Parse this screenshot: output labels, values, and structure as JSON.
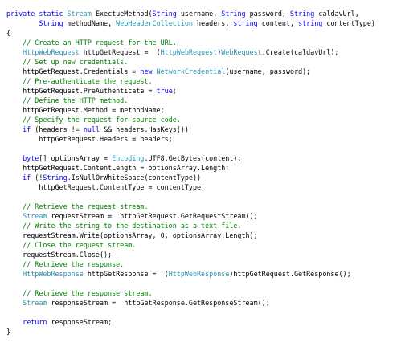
{
  "editor": {
    "colors": {
      "keyword": "#0000ff",
      "type": "#2b91af",
      "comment": "#008000",
      "plain": "#000000",
      "background": "#ffffff"
    },
    "lines": [
      [
        [
          "kw",
          "private static "
        ],
        [
          "ty",
          "Stream"
        ],
        [
          "pl",
          " ExectueMethod("
        ],
        [
          "kw",
          "String"
        ],
        [
          "pl",
          " username, "
        ],
        [
          "kw",
          "String"
        ],
        [
          "pl",
          " password, "
        ],
        [
          "kw",
          "String"
        ],
        [
          "pl",
          " caldavUrl,"
        ]
      ],
      [
        [
          "pl",
          "        "
        ],
        [
          "kw",
          "String"
        ],
        [
          "pl",
          " methodName, "
        ],
        [
          "ty",
          "WebHeaderCollection"
        ],
        [
          "pl",
          " headers, "
        ],
        [
          "kw",
          "string"
        ],
        [
          "pl",
          " content, "
        ],
        [
          "kw",
          "string"
        ],
        [
          "pl",
          " contentType)"
        ]
      ],
      [
        [
          "pl",
          "{"
        ]
      ],
      [
        [
          "cm",
          "    // Create an HTTP request for the URL."
        ]
      ],
      [
        [
          "pl",
          "    "
        ],
        [
          "ty",
          "HttpWebRequest"
        ],
        [
          "pl",
          " httpGetRequest =  ("
        ],
        [
          "ty",
          "HttpWebRequest"
        ],
        [
          "pl",
          ")"
        ],
        [
          "ty",
          "WebRequest"
        ],
        [
          "pl",
          ".Create(caldavUrl);"
        ]
      ],
      [
        [
          "cm",
          "    // Set up new credentials."
        ]
      ],
      [
        [
          "pl",
          "    httpGetRequest.Credentials = "
        ],
        [
          "kw",
          "new"
        ],
        [
          "pl",
          " "
        ],
        [
          "ty",
          "NetworkCredential"
        ],
        [
          "pl",
          "(username, password);"
        ]
      ],
      [
        [
          "cm",
          "    // Pre-authenticate the request."
        ]
      ],
      [
        [
          "pl",
          "    httpGetRequest.PreAuthenticate = "
        ],
        [
          "kw",
          "true"
        ],
        [
          "pl",
          ";"
        ]
      ],
      [
        [
          "cm",
          "    // Define the HTTP method."
        ]
      ],
      [
        [
          "pl",
          "    httpGetRequest.Method = methodName;"
        ]
      ],
      [
        [
          "cm",
          "    // Specify the request for source code."
        ]
      ],
      [
        [
          "pl",
          "    "
        ],
        [
          "kw",
          "if"
        ],
        [
          "pl",
          " (headers != "
        ],
        [
          "kw",
          "null"
        ],
        [
          "pl",
          " && headers.HasKeys())"
        ]
      ],
      [
        [
          "pl",
          "        httpGetRequest.Headers = headers;"
        ]
      ],
      [
        [
          "pl",
          ""
        ]
      ],
      [
        [
          "pl",
          "    "
        ],
        [
          "kw",
          "byte"
        ],
        [
          "pl",
          "[] optionsArray = "
        ],
        [
          "ty",
          "Encoding"
        ],
        [
          "pl",
          ".UTF8.GetBytes(content);"
        ]
      ],
      [
        [
          "pl",
          "    httpGetRequest.ContentLength = optionsArray.Length;"
        ]
      ],
      [
        [
          "pl",
          "    "
        ],
        [
          "kw",
          "if"
        ],
        [
          "pl",
          " (!"
        ],
        [
          "kw",
          "String"
        ],
        [
          "pl",
          ".IsNullOrWhiteSpace(contentType))"
        ]
      ],
      [
        [
          "pl",
          "        httpGetRequest.ContentType = contentType;"
        ]
      ],
      [
        [
          "pl",
          ""
        ]
      ],
      [
        [
          "cm",
          "    // Retrieve the request stream."
        ]
      ],
      [
        [
          "pl",
          "    "
        ],
        [
          "ty",
          "Stream"
        ],
        [
          "pl",
          " requestStream =  httpGetRequest.GetRequestStream();"
        ]
      ],
      [
        [
          "cm",
          "    // Write the string to the destination as a text file."
        ]
      ],
      [
        [
          "pl",
          "    requestStream.Write(optionsArray, 0, optionsArray.Length);"
        ]
      ],
      [
        [
          "cm",
          "    // Close the request stream."
        ]
      ],
      [
        [
          "pl",
          "    requestStream.Close();"
        ]
      ],
      [
        [
          "cm",
          "    // Retrieve the response."
        ]
      ],
      [
        [
          "pl",
          "    "
        ],
        [
          "ty",
          "HttpWebResponse"
        ],
        [
          "pl",
          " httpGetResponse =  ("
        ],
        [
          "ty",
          "HttpWebResponse"
        ],
        [
          "pl",
          ")httpGetRequest.GetResponse();"
        ]
      ],
      [
        [
          "pl",
          ""
        ]
      ],
      [
        [
          "cm",
          "    // Retrieve the response stream."
        ]
      ],
      [
        [
          "pl",
          "    "
        ],
        [
          "ty",
          "Stream"
        ],
        [
          "pl",
          " responseStream =  httpGetResponse.GetResponseStream();"
        ]
      ],
      [
        [
          "pl",
          ""
        ]
      ],
      [
        [
          "pl",
          "    "
        ],
        [
          "kw",
          "return"
        ],
        [
          "pl",
          " responseStream;"
        ]
      ],
      [
        [
          "pl",
          "}"
        ]
      ]
    ]
  }
}
